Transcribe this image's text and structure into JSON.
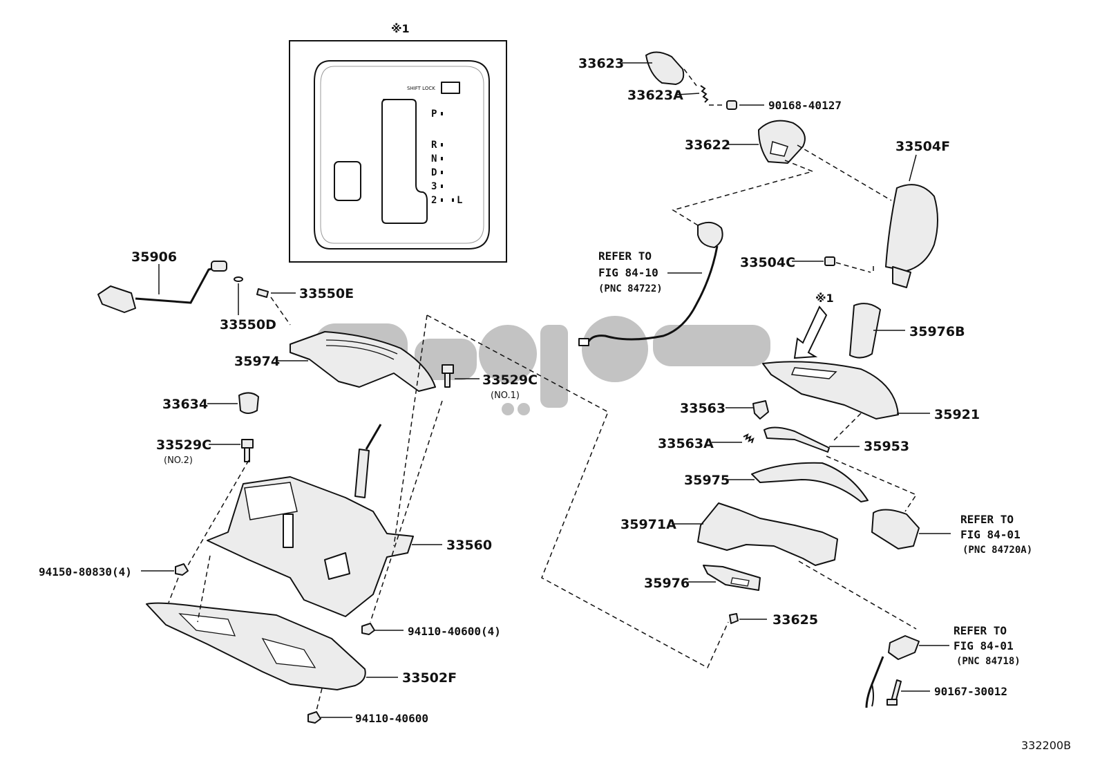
{
  "diagram_id": "332200B",
  "inset": {
    "marker": "※1",
    "shift_lock_label": "SHIFT LOCK",
    "gears": [
      "P",
      "R",
      "N",
      "D",
      "3",
      "2",
      "L"
    ]
  },
  "arrow_marker": "※1",
  "watermark": "ﻛﻮﻳﮏ",
  "parts": {
    "p33623": "33623",
    "p33623A": "33623A",
    "p90168": "90168-40127",
    "p33622": "33622",
    "p33504F": "33504F",
    "p33504C": "33504C",
    "p35976B": "35976B",
    "p35921": "35921",
    "p33563": "33563",
    "p33563A": "33563A",
    "p35953": "35953",
    "p35975": "35975",
    "p35971A": "35971A",
    "p35976": "35976",
    "p33625": "33625",
    "p90167": "90167-30012",
    "p35906": "35906",
    "p33550D": "33550D",
    "p33550E": "33550E",
    "p35974": "35974",
    "p33529C_1": "33529C",
    "p33529C_1_sub": "(NO.1)",
    "p33634": "33634",
    "p33529C_2": "33529C",
    "p33529C_2_sub": "(NO.2)",
    "p33560": "33560",
    "p94150": "94150-80830(4)",
    "p94110_4": "94110-40600(4)",
    "p33502F": "33502F",
    "p94110": "94110-40600"
  },
  "refs": {
    "r1": {
      "l1": "REFER TO",
      "l2": "FIG 84-10",
      "l3": "(PNC 84722)"
    },
    "r2": {
      "l1": "REFER TO",
      "l2": "FIG 84-01",
      "l3": "(PNC 84720A)"
    },
    "r3": {
      "l1": "REFER TO",
      "l2": "FIG 84-01",
      "l3": "(PNC 84718)"
    }
  }
}
